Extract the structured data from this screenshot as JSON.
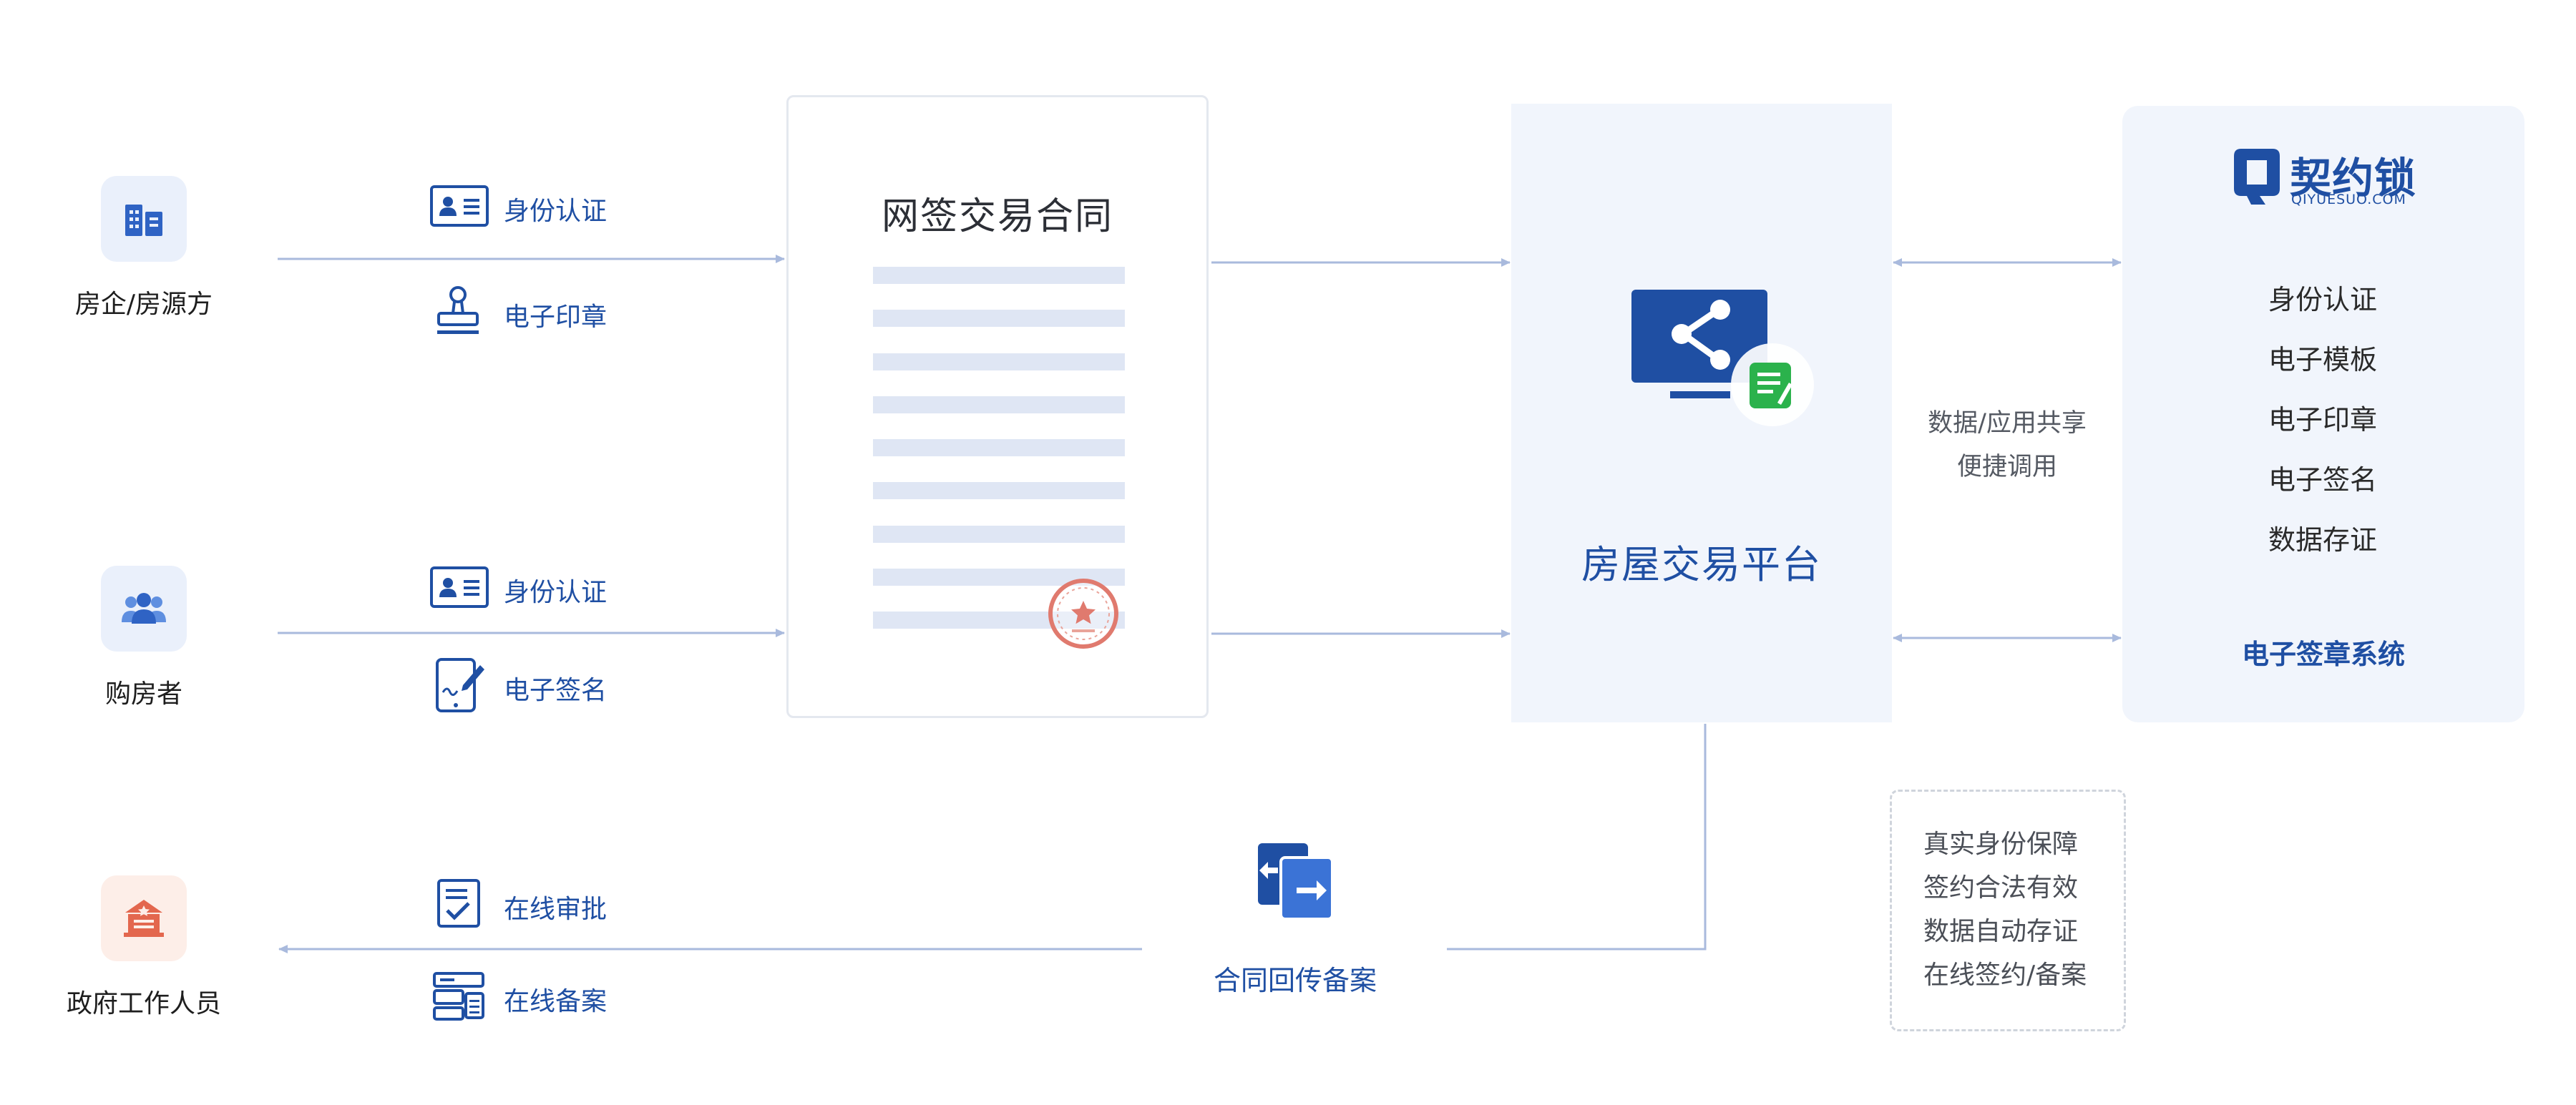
{
  "actors": {
    "developer": "房企/房源方",
    "buyer": "购房者",
    "government": "政府工作人员"
  },
  "developer_steps": {
    "identity": "身份认证",
    "seal": "电子印章"
  },
  "buyer_steps": {
    "identity": "身份认证",
    "signature": "电子签名"
  },
  "government_steps": {
    "approval": "在线审批",
    "filing": "在线备案"
  },
  "contract": {
    "title": "网签交易合同"
  },
  "platform": {
    "title": "房屋交易平台"
  },
  "sharing": {
    "line1": "数据/应用共享",
    "line2": "便捷调用"
  },
  "return_flow": {
    "label": "合同回传备案"
  },
  "system": {
    "brand_name": "契约锁",
    "brand_domain": "QIYUESUO.COM",
    "features": [
      "身份认证",
      "电子模板",
      "电子印章",
      "电子签名",
      "数据存证"
    ],
    "title": "电子签章系统"
  },
  "benefits": [
    "真实身份保障",
    "签约合法有效",
    "数据自动存证",
    "在线签约/备案"
  ],
  "colors": {
    "brand_blue": "#1f4fa3",
    "panel_bg": "#f1f5fc",
    "arrow": "#a9badd",
    "seal_red": "#e07a6e",
    "green": "#2bb24c"
  }
}
